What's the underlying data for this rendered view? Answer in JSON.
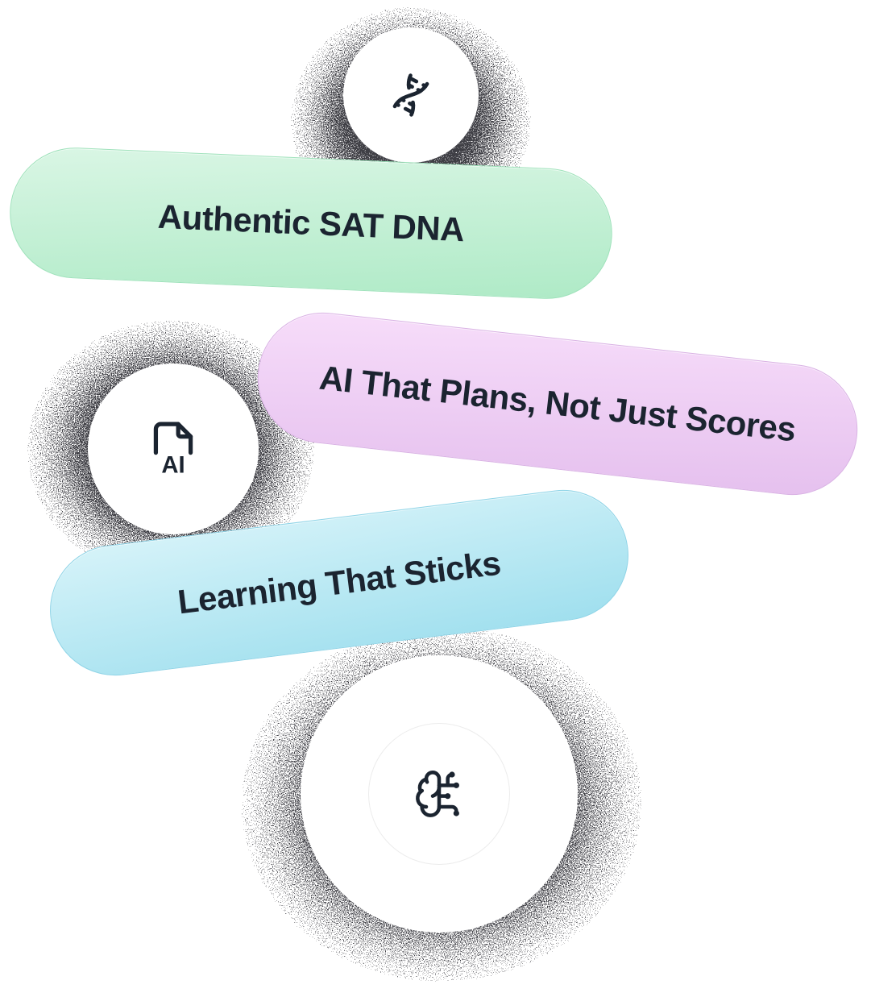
{
  "page": {
    "background": "#ffffff"
  },
  "features": {
    "sat_dna": {
      "label": "Authentic SAT DNA",
      "icon": "dna-icon",
      "pill_gradient_start": "#daf6e5",
      "pill_gradient_end": "#aeeac6",
      "pill_border": "#9fe2bb",
      "text_color": "#1b2430"
    },
    "ai_plans": {
      "label": "AI That Plans, Not Just Scores",
      "icon": "ai-file-icon",
      "icon_label": "AI",
      "pill_gradient_start": "#f7ddfa",
      "pill_gradient_end": "#e5c0ee",
      "pill_border": "#d9b2e4",
      "text_color": "#1b2430"
    },
    "learning_sticks": {
      "label": "Learning That Sticks",
      "icon": "brain-circuit-icon",
      "pill_gradient_start": "#d6f3f9",
      "pill_gradient_end": "#9fdfee",
      "pill_border": "#8fd4e7",
      "text_color": "#1b2430"
    }
  },
  "halo_color": "#0d0d0d"
}
